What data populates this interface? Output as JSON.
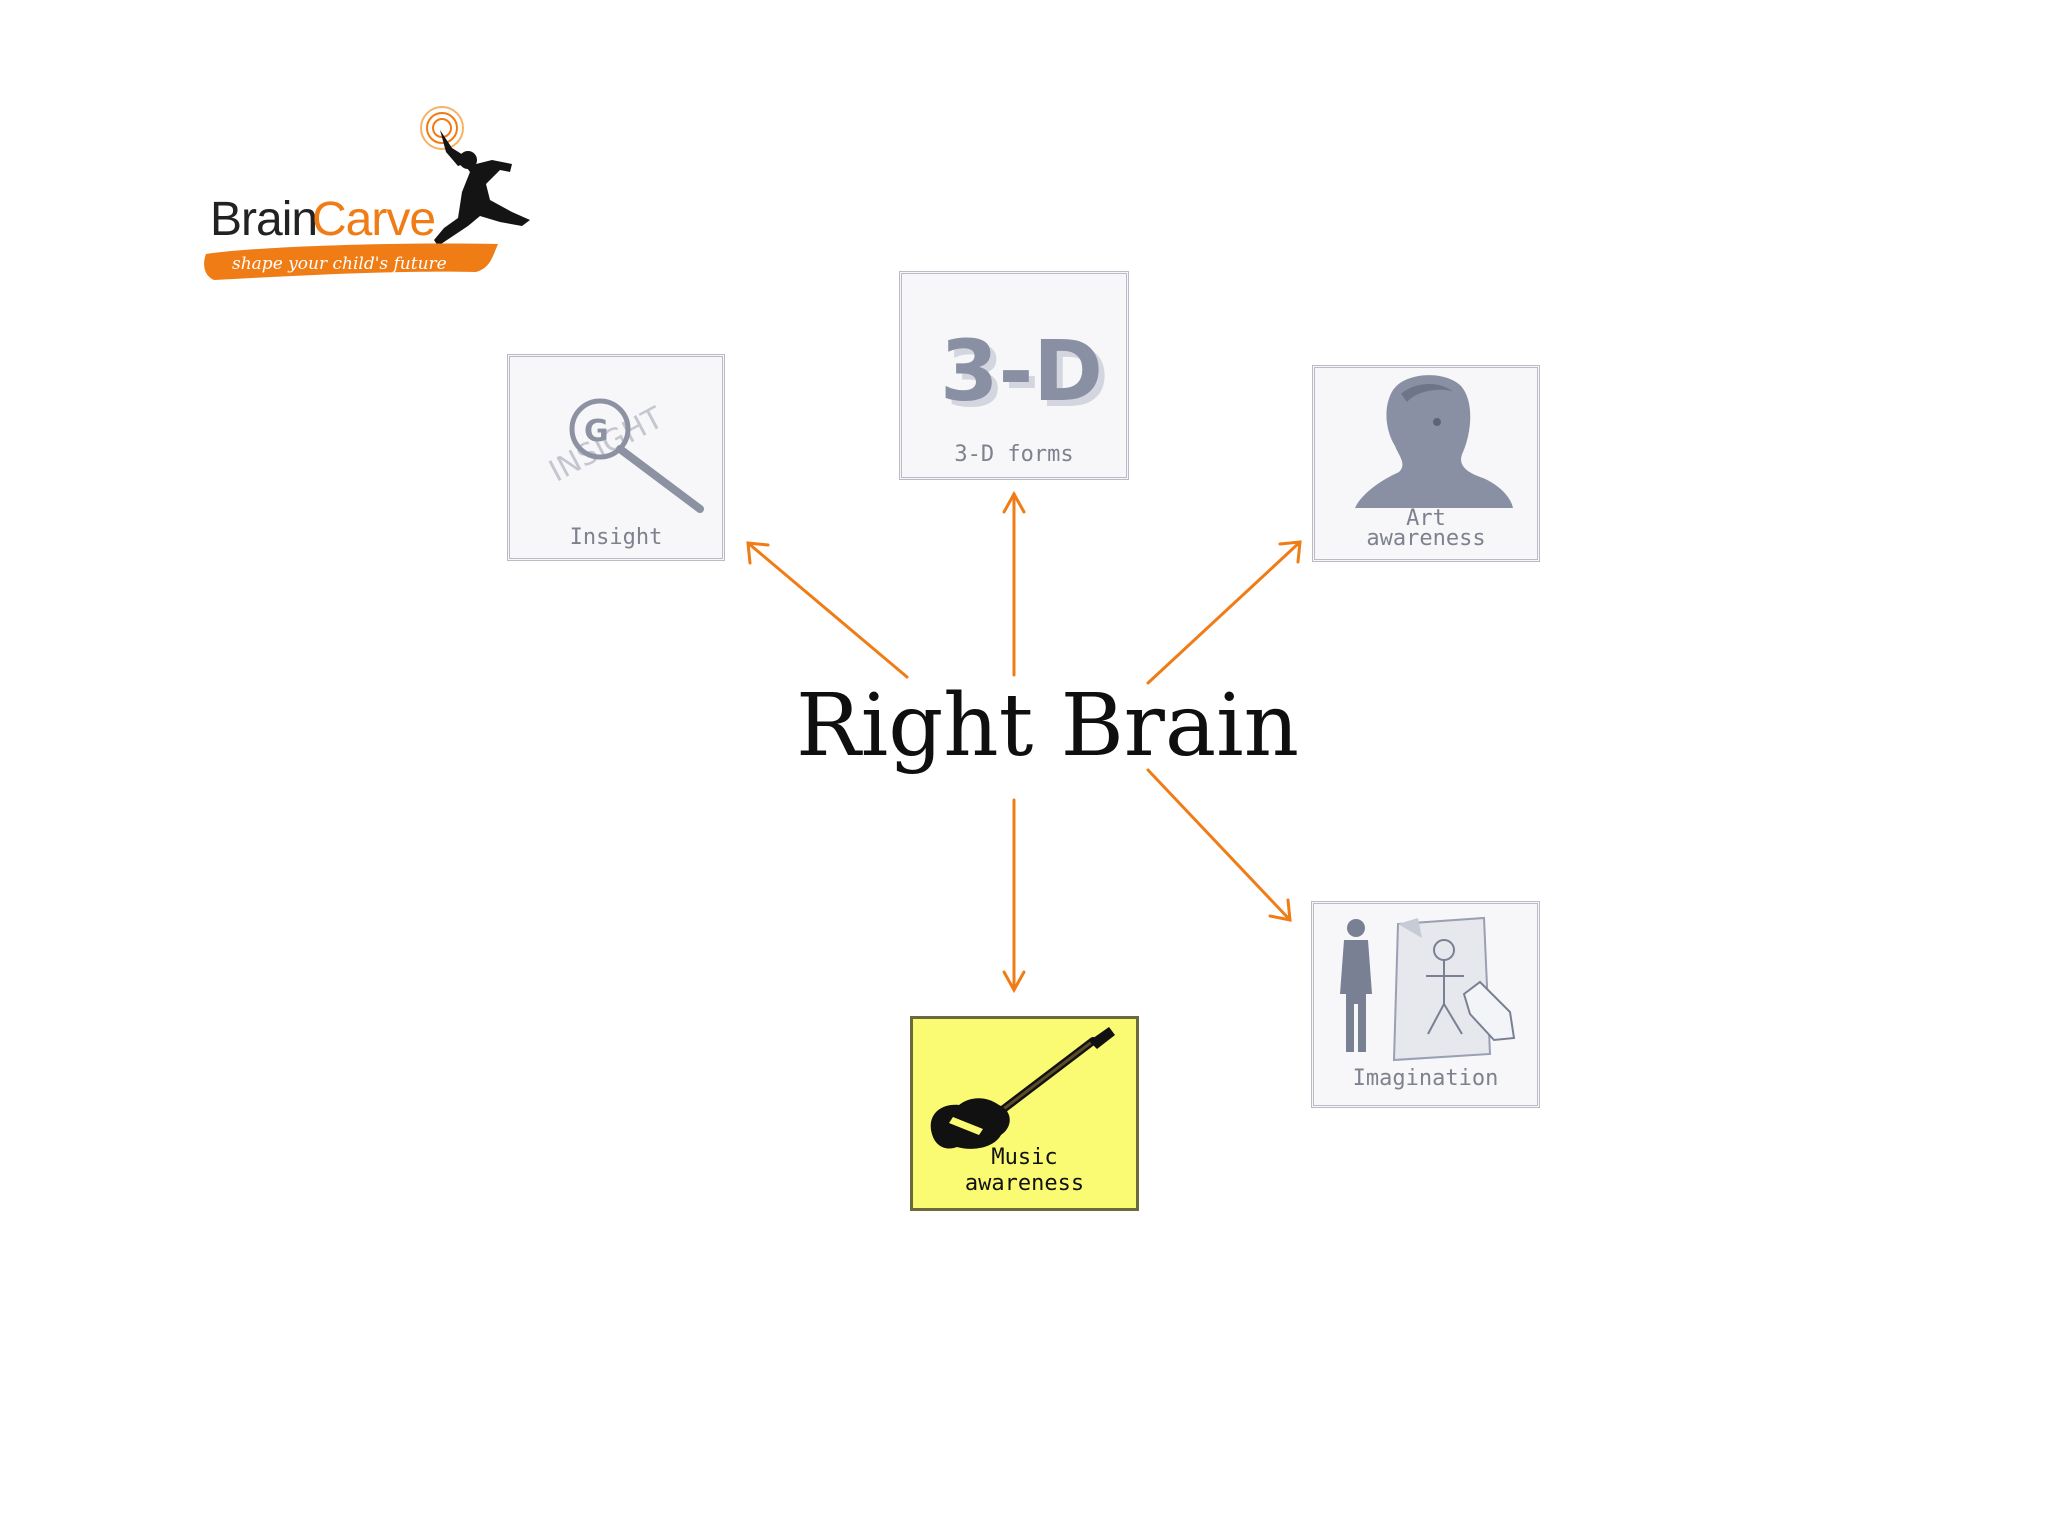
{
  "logo": {
    "word_a": "Brain",
    "word_b": "Carve",
    "tagline": "shape your child's future"
  },
  "center": {
    "title": "Right Brain"
  },
  "tiles": {
    "insight": {
      "label": "Insight",
      "art_text": "INSIGHT"
    },
    "forms3d": {
      "label": "3-D forms",
      "art_text": "3-D"
    },
    "art": {
      "label_line1": "Art",
      "label_line2": "awareness"
    },
    "imagination": {
      "label": "Imagination"
    },
    "music": {
      "label_line1": "Music",
      "label_line2": "awareness"
    }
  },
  "colors": {
    "arrow": "#f07c16",
    "tile_border": "#b9bcc6",
    "tile_fill": "#f7f7f9",
    "music_fill": "#fafa73",
    "art_gray": "#8a90a4",
    "logo_orange": "#f07c16"
  }
}
